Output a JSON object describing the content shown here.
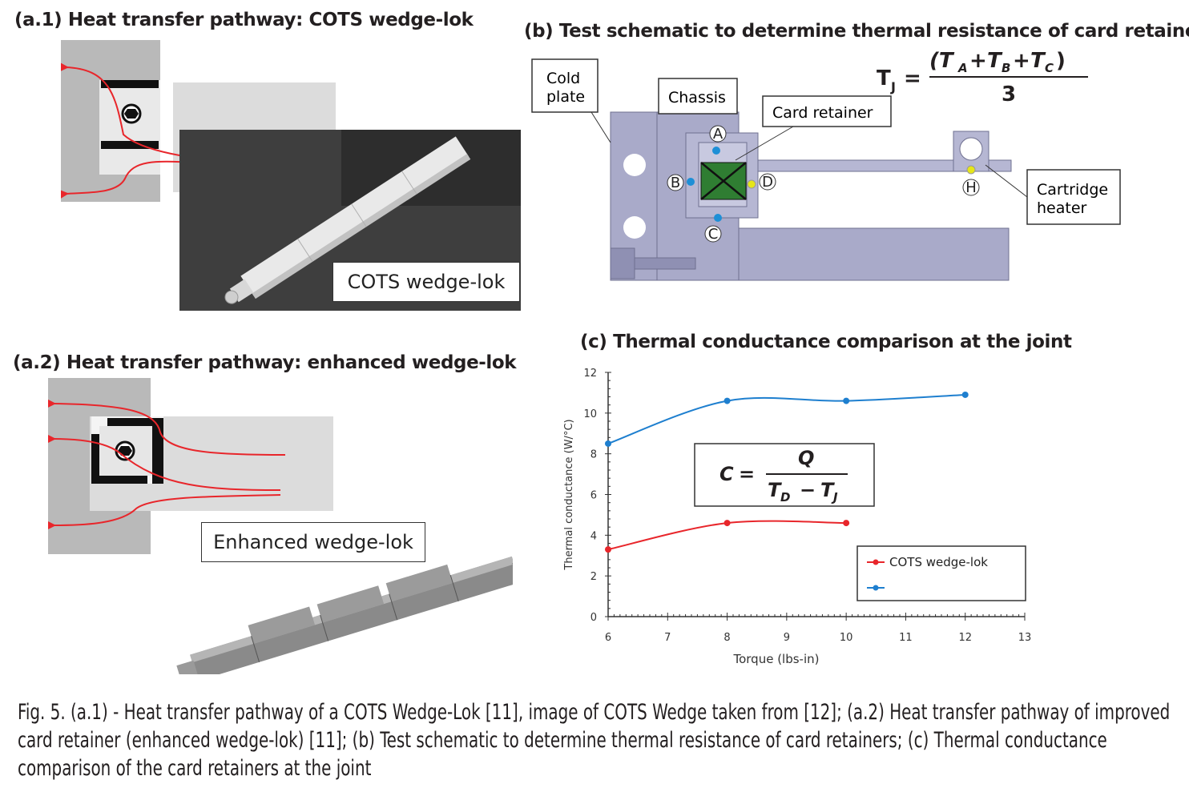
{
  "panel_a1": {
    "title": "(a.1) Heat transfer pathway: COTS wedge-lok",
    "photo_label": "COTS wedge-lok"
  },
  "panel_a2": {
    "title": "(a.2) Heat transfer pathway: enhanced wedge-lok",
    "photo_label": "Enhanced wedge-lok"
  },
  "panel_b": {
    "title": "(b) Test schematic to determine thermal resistance of card retainers",
    "labels": {
      "cold_plate_1": "Cold",
      "cold_plate_2": "plate",
      "chassis": "Chassis",
      "card_retainer": "Card retainer",
      "cartridge_heater_1": "Cartridge",
      "cartridge_heater_2": "heater"
    },
    "points": [
      "A",
      "B",
      "C",
      "D",
      "H"
    ],
    "formula": {
      "lhs": "T",
      "lhs_sub": "J",
      "numerator": "(T",
      "sub_a": "A",
      "plus": "+",
      "t": "T",
      "sub_b": "B",
      "sub_c": "C",
      "close": ")",
      "denominator": "3"
    },
    "colors": {
      "blue_point": "#1e8fd6",
      "yellow_point": "#e6e619",
      "body": "#a9aac9",
      "retainer": "#2f7d32"
    }
  },
  "panel_c": {
    "title": "(c) Thermal conductance comparison at the joint",
    "formula": {
      "lhs": "C",
      "numerator": "Q",
      "den_t1": "T",
      "den_sub1": "D",
      "den_minus": "−",
      "den_sub2": "J"
    }
  },
  "chart_data": {
    "type": "line",
    "xlabel": "Torque (lbs-in)",
    "ylabel": "Thermal conductance (W/°C)",
    "xlim": [
      6,
      13
    ],
    "ylim": [
      0,
      12
    ],
    "xticks": [
      6,
      7,
      8,
      9,
      10,
      11,
      12,
      13
    ],
    "yticks": [
      0,
      2,
      4,
      6,
      8,
      10,
      12
    ],
    "grid": false,
    "legend": "bottom-right",
    "series": [
      {
        "name": "COTS wedge-lok",
        "color": "#e8262b",
        "x": [
          6,
          8,
          10
        ],
        "y": [
          3.3,
          4.6,
          4.6
        ]
      },
      {
        "name": "",
        "color": "#1e7fcf",
        "x": [
          6,
          8,
          10,
          12
        ],
        "y": [
          8.5,
          10.6,
          10.6,
          10.9
        ]
      }
    ]
  },
  "caption": "Fig. 5. (a.1) - Heat transfer pathway of a COTS Wedge-Lok [11], image of COTS Wedge taken from [12]; (a.2) Heat transfer pathway of improved card retainer (enhanced wedge-lok) [11]; (b) Test schematic to determine thermal resistance of card retainers; (c) Thermal conductance comparison of the card retainers at the joint"
}
